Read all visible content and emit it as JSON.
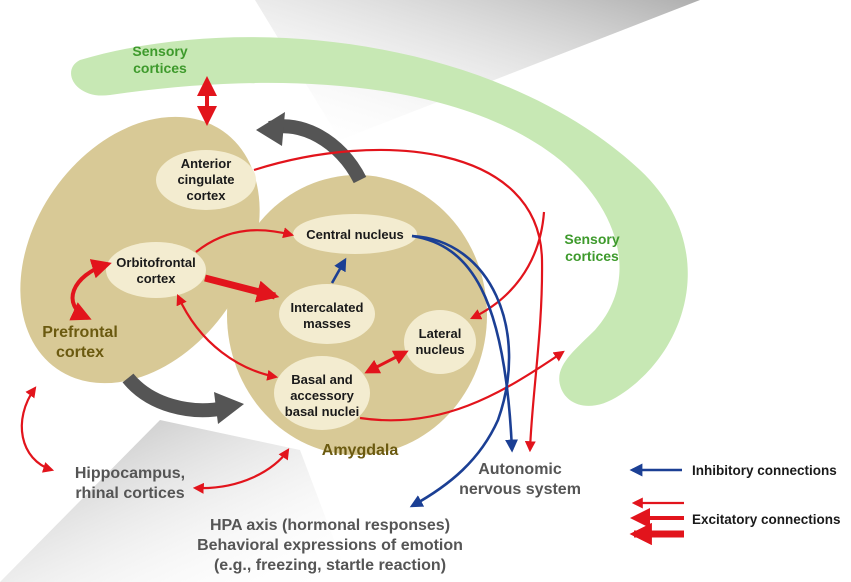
{
  "regions": {
    "sensory_top": [
      "Sensory",
      "cortices"
    ],
    "sensory_right": [
      "Sensory",
      "cortices"
    ],
    "prefrontal": [
      "Prefrontal",
      "cortex"
    ],
    "amygdala": [
      "Amygdala"
    ],
    "hippocampus": [
      "Hippocampus,",
      "rhinal cortices"
    ],
    "autonomic": [
      "Autonomic",
      "nervous system"
    ],
    "hpa": [
      "HPA axis (hormonal responses)",
      "Behavioral expressions of emotion",
      "(e.g., freezing, startle reaction)"
    ]
  },
  "nuclei": {
    "anterior_cingulate": [
      "Anterior",
      "cingulate",
      "cortex"
    ],
    "orbitofrontal": [
      "Orbitofrontal",
      "cortex"
    ],
    "central": [
      "Central nucleus"
    ],
    "intercalated": [
      "Intercalated",
      "masses"
    ],
    "lateral": [
      "Lateral",
      "nucleus"
    ],
    "basal": [
      "Basal and",
      "accessory",
      "basal nuclei"
    ]
  },
  "legend": {
    "inhibitory": "Inhibitory connections",
    "excitatory": "Excitatory connections"
  },
  "colors": {
    "excitatory": "#e2141c",
    "inhibitory": "#1b3f94",
    "region_fill": "#d8c996",
    "nucleus_fill": "#f3ecd0",
    "sensory_band": "#c7e8b4",
    "sensory_text": "#3e9a2c",
    "gray_arrow": "#555555"
  }
}
